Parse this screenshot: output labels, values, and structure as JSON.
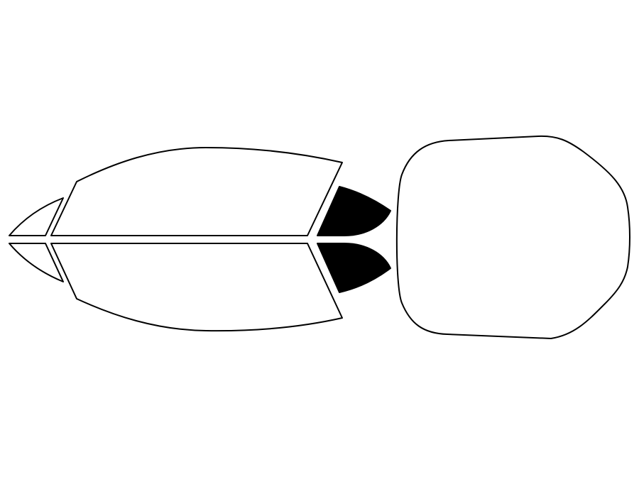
{
  "diagram": {
    "panels": [
      {
        "name": "rear-windshield-panel",
        "fill": "white"
      },
      {
        "name": "left-rear-door-window-panel",
        "fill": "white"
      },
      {
        "name": "left-front-door-window-panel",
        "fill": "white"
      },
      {
        "name": "left-vent-window-panel",
        "fill": "white"
      },
      {
        "name": "left-quarter-window-panel",
        "fill": "black"
      },
      {
        "name": "right-front-door-window-panel",
        "fill": "white"
      },
      {
        "name": "right-vent-window-panel",
        "fill": "white"
      },
      {
        "name": "right-quarter-window-panel",
        "fill": "black"
      }
    ],
    "colors": {
      "stroke": "#000000",
      "fill_white": "#ffffff",
      "fill_black": "#000000",
      "background": "#ffffff"
    }
  }
}
